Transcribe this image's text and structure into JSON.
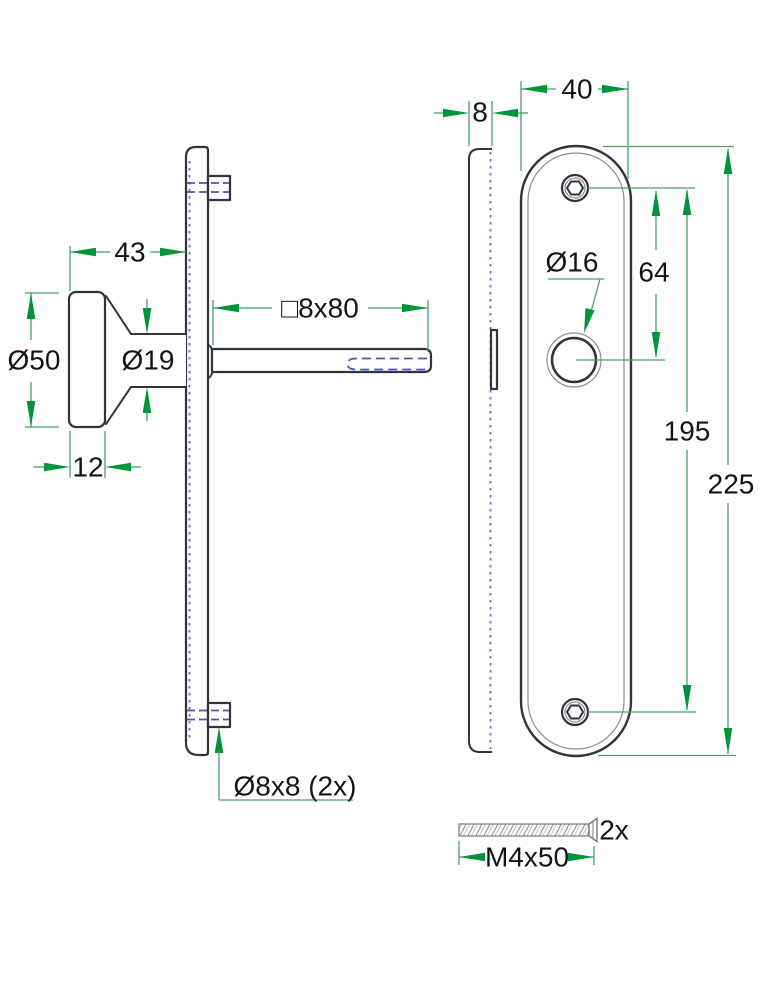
{
  "colors": {
    "dimension": "#44a268",
    "arrow": "#009539",
    "outline": "#33333b",
    "outline_light": "#8e8e98",
    "hidden": "#5353ad",
    "text": "#141414"
  },
  "views": {
    "knob_side": {
      "name": "knob and spindle side view",
      "labels": {
        "depth": "43",
        "head_diameter": "Ø50",
        "neck_diameter": "Ø19",
        "head_thickness": "12",
        "spindle": "□8x80",
        "lugs": "Ø8x8 (2x)"
      }
    },
    "plate_side": {
      "name": "backplate edge view",
      "labels": {
        "thickness": "8"
      }
    },
    "plate_front": {
      "name": "backplate front view",
      "labels": {
        "width": "40",
        "hole_diameter": "Ø16",
        "hole_to_hole": "64",
        "hole_span": "195",
        "length": "225"
      }
    },
    "screw": {
      "name": "mounting screw",
      "labels": {
        "quantity": "2x",
        "size": "M4x50"
      }
    }
  }
}
